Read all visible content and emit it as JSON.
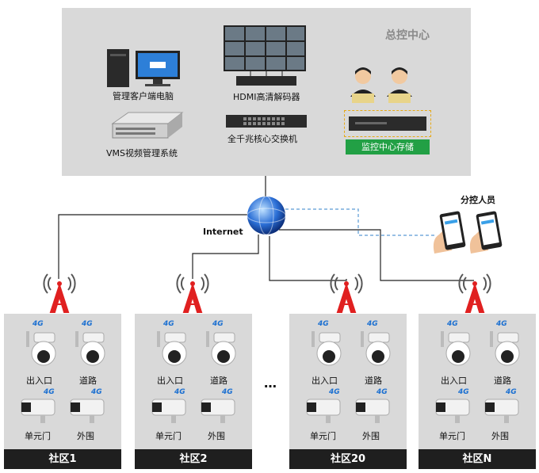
{
  "center": {
    "title": "总控中心",
    "mgmt_pc_label": "管理客户端电脑",
    "decoder_label": "HDMI高清解码器",
    "vms_label": "VMS视频管理系统",
    "switch_label": "全千兆核心交换机",
    "storage_label": "监控中心存储"
  },
  "network": {
    "internet_label": "Internet",
    "remote_staff_label": "分控人员",
    "ellipsis": "…"
  },
  "communities": [
    {
      "name": "社区1"
    },
    {
      "name": "社区2"
    },
    {
      "name": "社区20"
    },
    {
      "name": "社区N"
    }
  ],
  "camera_labels": {
    "entrance": "出入口",
    "road": "道路",
    "unit_door": "单元门",
    "perimeter": "外围",
    "badge": "4G"
  },
  "colors": {
    "panel_bg": "#d9d9d9",
    "tower_red": "#e02020",
    "storage_green": "#22a045",
    "dash_blue": "#5a9bd5"
  }
}
